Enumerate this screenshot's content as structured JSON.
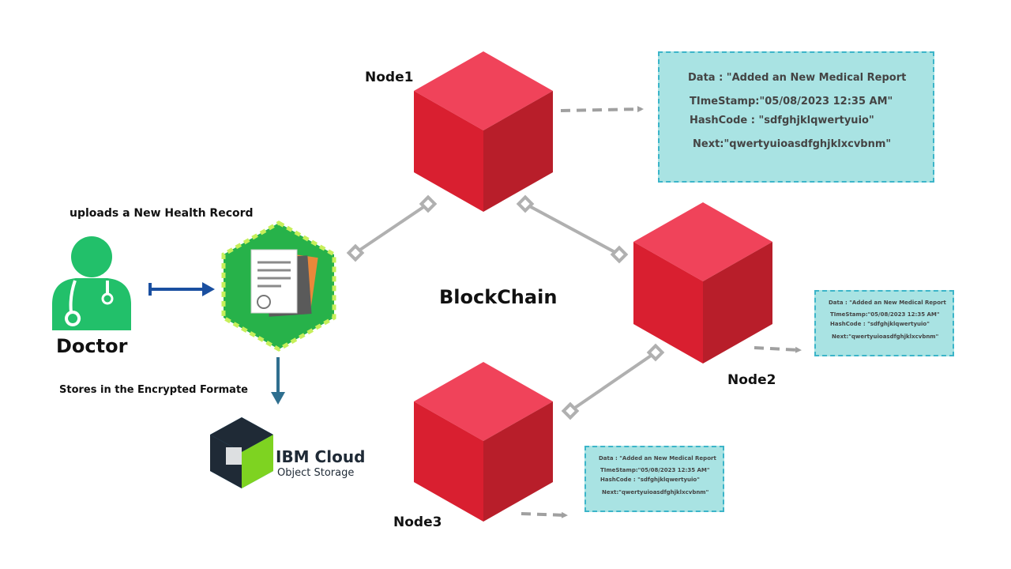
{
  "title": "BlockChain",
  "nodes": [
    "Node1",
    "Node2",
    "Node3"
  ],
  "doctor_label": "Doctor",
  "upload_label": "uploads a New Health Record",
  "store_label": "Stores in the Encrypted Formate",
  "storage": {
    "brand": "IBM Cloud",
    "product": "Object Storage"
  },
  "record": {
    "data": "Data : \"Added an New  Medical Report",
    "timestamp": "TImeStamp:\"05/08/2023 12:35 AM\"",
    "hashcode": "HashCode : \"sdfghjklqwertyuio\"",
    "next": "Next:\"qwertyuioasdfghjklxcvbnm\""
  },
  "colors": {
    "cube": "#e8283c",
    "doctor": "#22c06a",
    "hexagon": "#27b24a",
    "box_fill": "#a9e3e3",
    "box_border": "#3cb5c9",
    "arrow_blue": "#1a4fa0",
    "arrow_teal": "#2f6f8f",
    "connector": "#b0b0b0"
  }
}
